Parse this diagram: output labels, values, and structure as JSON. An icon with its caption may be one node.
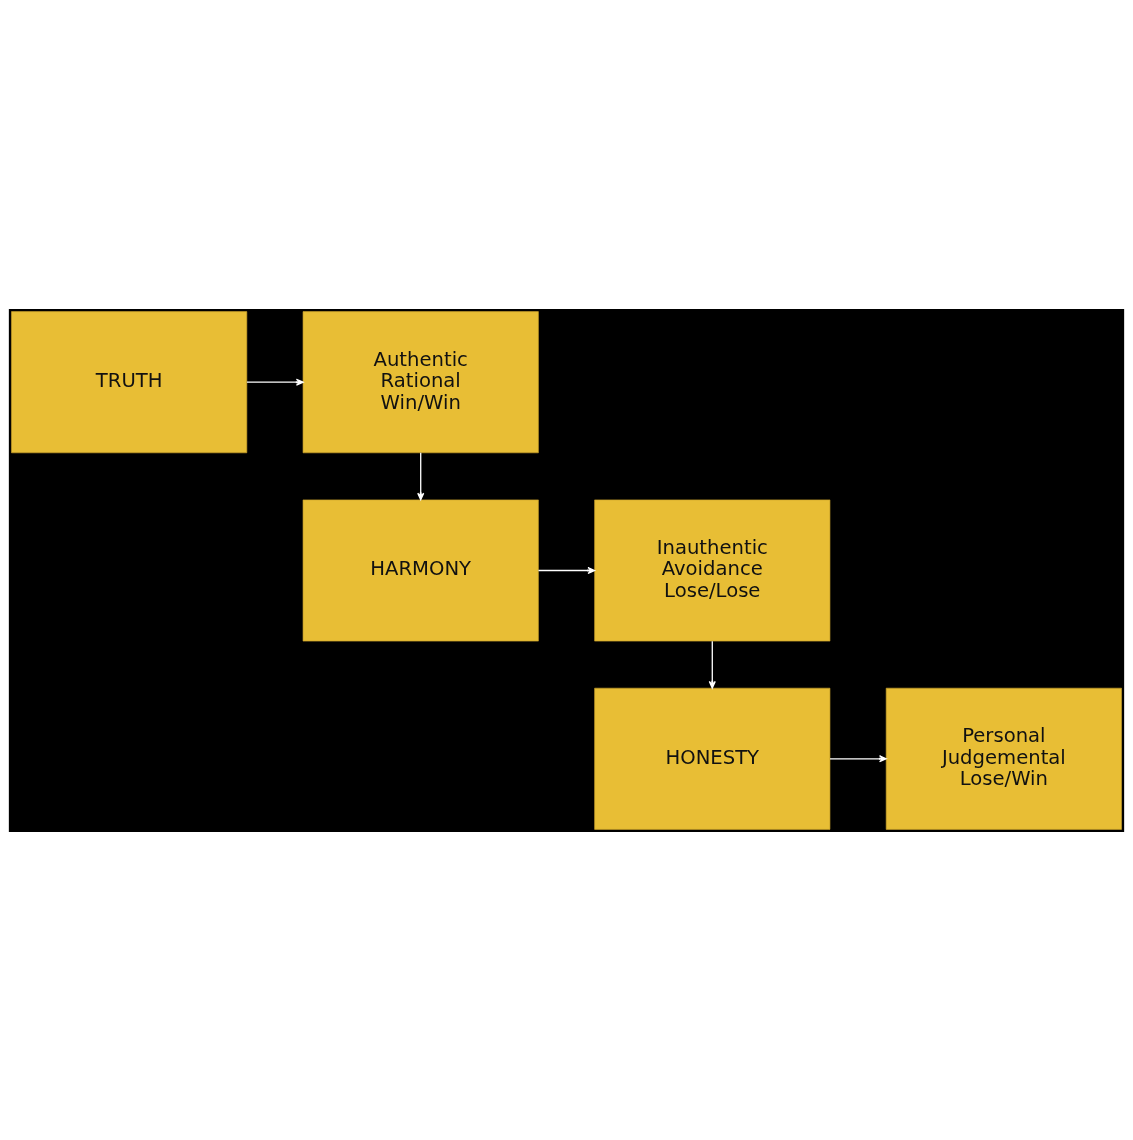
{
  "diagram": {
    "nodes": [
      {
        "text": [
          "TRUTH"
        ]
      },
      {
        "text": [
          "Authentic",
          "Rational",
          "Win/Win"
        ]
      },
      {
        "text": [
          "HARMONY"
        ]
      },
      {
        "text": [
          "Inauthentic",
          "Avoidance",
          "Lose/Lose"
        ]
      },
      {
        "text": [
          "HONESTY"
        ]
      },
      {
        "text": [
          "Personal",
          "Judgemental",
          "Lose/Win"
        ]
      }
    ],
    "edges": [
      {
        "from": 0,
        "to": 1,
        "arrow": "to"
      },
      {
        "from": 1,
        "to": 2,
        "arrow": "to"
      },
      {
        "from": 2,
        "to": 3,
        "arrow": "to"
      },
      {
        "from": 3,
        "to": 4,
        "arrow": "to"
      },
      {
        "from": 4,
        "to": 5,
        "arrow": "to"
      }
    ]
  }
}
